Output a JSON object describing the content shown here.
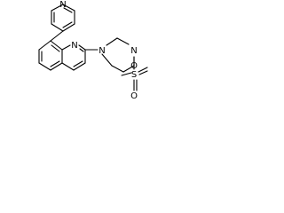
{
  "molecule": {
    "atom_labels": {
      "pyridine_n": "N",
      "quinoline_n": "N",
      "piperazine_n1": "N",
      "piperazine_n4": "N",
      "sulfur": "S",
      "oxygen_top": "O",
      "oxygen_bottom": "O"
    }
  }
}
